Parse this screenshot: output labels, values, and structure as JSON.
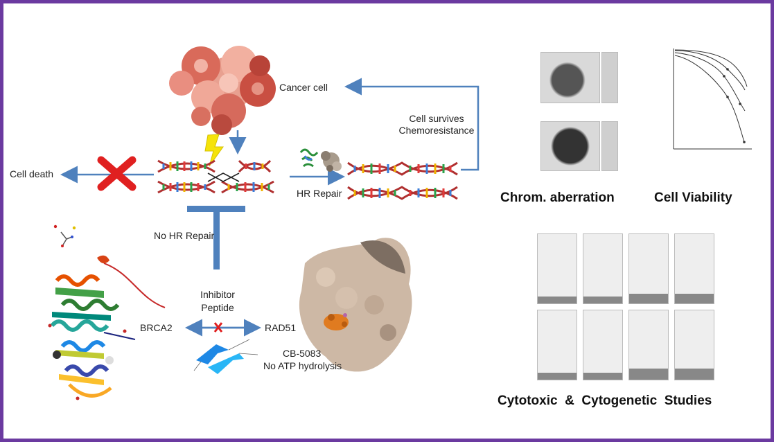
{
  "labels": {
    "cancer_cell": "Cancer cell",
    "cell_survives": "Cell survives",
    "chemoresistance": "Chemoresistance",
    "cell_death": "Cell death",
    "hr_repair": "HR Repair",
    "no_hr_repair": "No HR Repair",
    "inhibitor": "Inhibitor",
    "peptide": "Peptide",
    "brca2": "BRCA2",
    "rad51": "RAD51",
    "cb5083": "CB-5083",
    "no_atp": "No ATP hydrolysis"
  },
  "studies": {
    "chrom_aberration": "Chrom. aberration",
    "cell_viability": "Cell Viability",
    "cytotoxic": "Cytotoxic  &  Cytogenetic  Studies"
  },
  "colors": {
    "frame": "#6b3aa0",
    "arrow": "#4f81bd",
    "block": "#e02020",
    "dna_backbone": "#b03030",
    "bolt": "#f5e30a"
  }
}
